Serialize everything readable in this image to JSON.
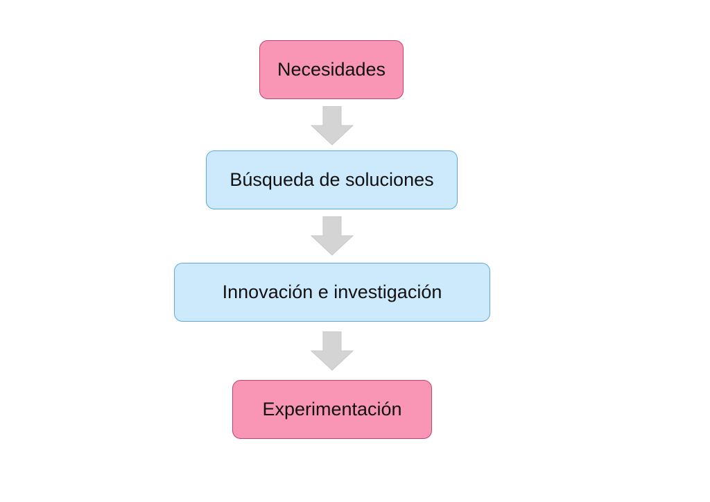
{
  "nodes": [
    {
      "id": "necesidades",
      "label": "Necesidades",
      "color": "#f996b6"
    },
    {
      "id": "busqueda",
      "label": "Búsqueda de soluciones",
      "color": "#cdeafd"
    },
    {
      "id": "innovacion",
      "label": "Innovación e investigación",
      "color": "#cdeafd"
    },
    {
      "id": "experimentacion",
      "label": "Experimentación",
      "color": "#f996b6"
    }
  ],
  "edges": [
    {
      "from": "necesidades",
      "to": "busqueda",
      "icon": "down-arrow-icon"
    },
    {
      "from": "busqueda",
      "to": "innovacion",
      "icon": "down-arrow-icon"
    },
    {
      "from": "innovacion",
      "to": "experimentacion",
      "icon": "down-arrow-icon"
    }
  ],
  "arrow_color": "#d4d4d4"
}
